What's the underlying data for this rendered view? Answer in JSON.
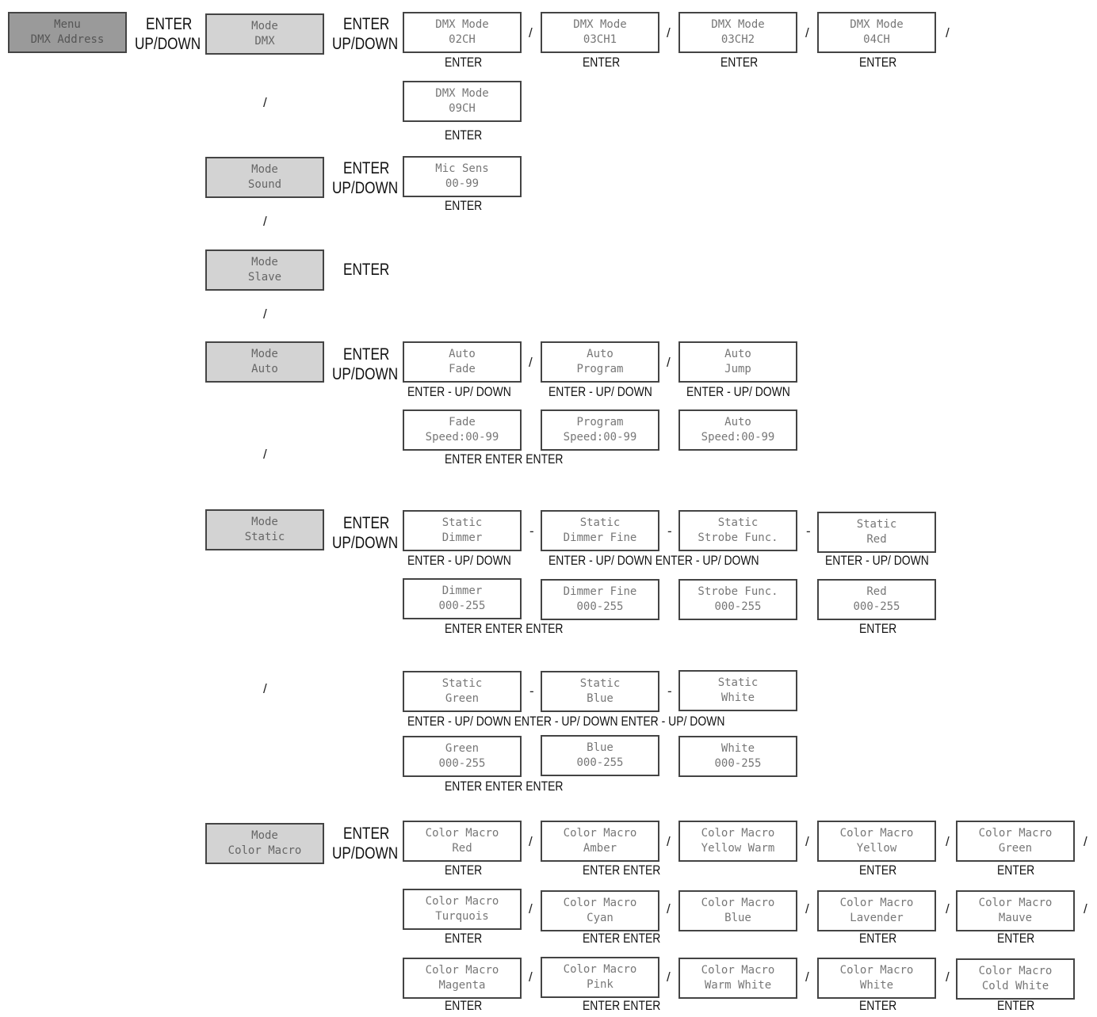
{
  "menu": {
    "line1": "Menu",
    "line2": "DMX Address"
  },
  "labels": {
    "enter": "ENTER",
    "updown": "UP/DOWN",
    "enter_updown": "ENTER - UP/ DOWN",
    "enter_x3": "ENTER ENTER ENTER",
    "enter_x2": "ENTER ENTER",
    "static_updown_pair": "ENTER - UP/ DOWN ENTER - UP/ DOWN",
    "static_updown_triple": "ENTER - UP/ DOWN ENTER - UP/ DOWN ENTER - UP/ DOWN"
  },
  "separators": {
    "slash": "/",
    "dash": "-"
  },
  "modes": {
    "dmx": {
      "line1": "Mode",
      "line2": "DMX"
    },
    "sound": {
      "line1": "Mode",
      "line2": "Sound"
    },
    "slave": {
      "line1": "Mode",
      "line2": "Slave"
    },
    "auto": {
      "line1": "Mode",
      "line2": "Auto"
    },
    "static": {
      "line1": "Mode",
      "line2": "Static"
    },
    "color_macro": {
      "line1": "Mode",
      "line2": "Color Macro"
    }
  },
  "dmx_modes": [
    {
      "line1": "DMX Mode",
      "line2": "02CH"
    },
    {
      "line1": "DMX Mode",
      "line2": "03CH1"
    },
    {
      "line1": "DMX Mode",
      "line2": "03CH2"
    },
    {
      "line1": "DMX Mode",
      "line2": "04CH"
    },
    {
      "line1": "DMX Mode",
      "line2": "09CH"
    }
  ],
  "sound": {
    "line1": "Mic Sens",
    "line2": "00-99"
  },
  "auto_items": [
    {
      "line1": "Auto",
      "line2": "Fade"
    },
    {
      "line1": "Auto",
      "line2": "Program"
    },
    {
      "line1": "Auto",
      "line2": "Jump"
    }
  ],
  "auto_speeds": [
    {
      "line1": "Fade",
      "line2": "Speed:00-99"
    },
    {
      "line1": "Program",
      "line2": "Speed:00-99"
    },
    {
      "line1": "Auto",
      "line2": "Speed:00-99"
    }
  ],
  "static_items": [
    {
      "line1": "Static",
      "line2": "Dimmer"
    },
    {
      "line1": "Static",
      "line2": "Dimmer Fine"
    },
    {
      "line1": "Static",
      "line2": "Strobe Func."
    },
    {
      "line1": "Static",
      "line2": "Red"
    },
    {
      "line1": "Static",
      "line2": "Green"
    },
    {
      "line1": "Static",
      "line2": "Blue"
    },
    {
      "line1": "Static",
      "line2": "White"
    }
  ],
  "static_values": [
    {
      "line1": "Dimmer",
      "line2": "000-255"
    },
    {
      "line1": "Dimmer Fine",
      "line2": "000-255"
    },
    {
      "line1": "Strobe Func.",
      "line2": "000-255"
    },
    {
      "line1": "Red",
      "line2": "000-255"
    },
    {
      "line1": "Green",
      "line2": "000-255"
    },
    {
      "line1": "Blue",
      "line2": "000-255"
    },
    {
      "line1": "White",
      "line2": "000-255"
    }
  ],
  "color_macros": [
    {
      "line1": "Color Macro",
      "line2": "Red"
    },
    {
      "line1": "Color Macro",
      "line2": "Amber"
    },
    {
      "line1": "Color Macro",
      "line2": "Yellow Warm"
    },
    {
      "line1": "Color Macro",
      "line2": "Yellow"
    },
    {
      "line1": "Color Macro",
      "line2": "Green"
    },
    {
      "line1": "Color Macro",
      "line2": "Turquois"
    },
    {
      "line1": "Color Macro",
      "line2": "Cyan"
    },
    {
      "line1": "Color Macro",
      "line2": "Blue"
    },
    {
      "line1": "Color Macro",
      "line2": "Lavender"
    },
    {
      "line1": "Color Macro",
      "line2": "Mauve"
    },
    {
      "line1": "Color Macro",
      "line2": "Magenta"
    },
    {
      "line1": "Color Macro",
      "line2": "Pink"
    },
    {
      "line1": "Color Macro",
      "line2": "Warm White"
    },
    {
      "line1": "Color Macro",
      "line2": "White"
    },
    {
      "line1": "Color Macro",
      "line2": "Cold White"
    }
  ]
}
